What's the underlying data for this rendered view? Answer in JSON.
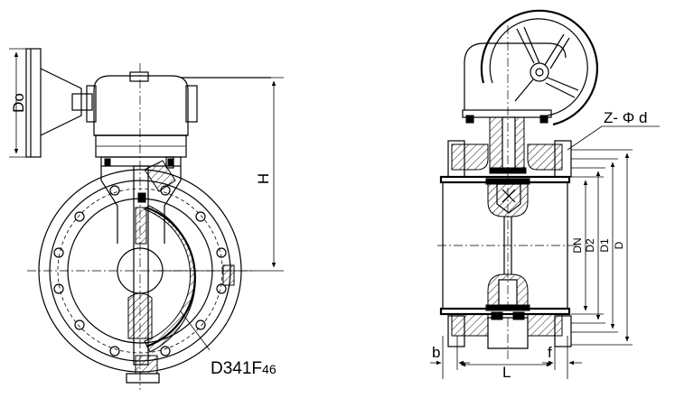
{
  "left_view": {
    "dim_handwheel": "Do",
    "dim_height": "H",
    "model_main": "D341F",
    "model_sub": "46"
  },
  "right_view": {
    "dim_bolt_holes": "Z- Φ d",
    "dim_nominal": "DN",
    "dim_d2": "D2",
    "dim_d1": "D1",
    "dim_d": "D",
    "dim_b": "b",
    "dim_l": "L",
    "dim_f": "f"
  }
}
